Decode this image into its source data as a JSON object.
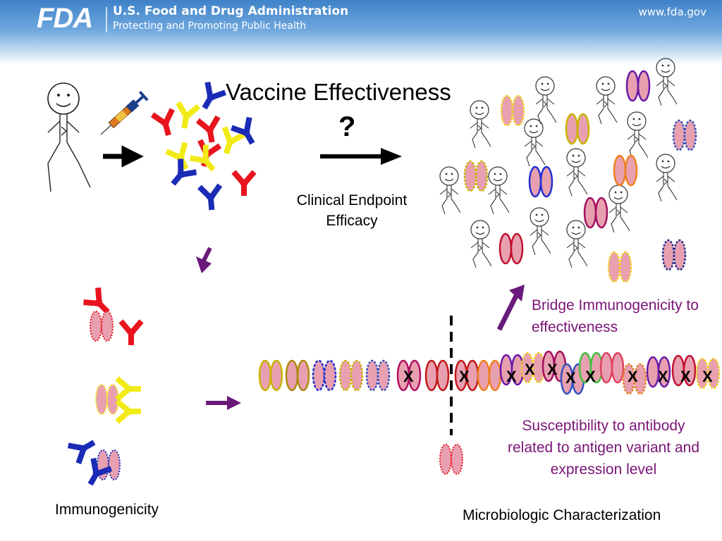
{
  "header": {
    "logo_text": "FDA",
    "agency": "U.S. Food and Drug Administration",
    "tagline": "Protecting and Promoting Public Health",
    "url": "www.fda.gov"
  },
  "slide": {
    "title": "Vaccine Effectiveness",
    "question_mark": "?",
    "clinical_endpoint": "Clinical Endpoint Efficacy",
    "bridge_text": "Bridge Immunogenicity to effectiveness",
    "susceptibility_text": "Susceptibility to antibody related to antigen variant and expression level",
    "immunogenicity_label": "Immunogenicity",
    "micro_label": "Microbiologic Characterization",
    "kill_mark": "X"
  },
  "colors": {
    "header_blue": "#3f82c9",
    "purple_text": "#7a1476",
    "antibody_red": "#e8141e",
    "antibody_yellow": "#f2ea16",
    "antibody_blue": "#1a2bb5",
    "bacteria_fill": "#e8a0b0"
  }
}
